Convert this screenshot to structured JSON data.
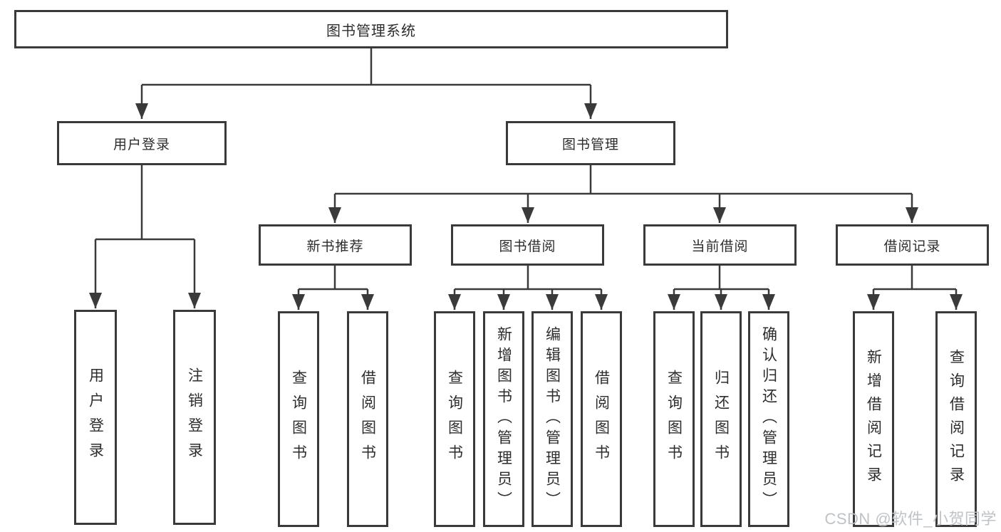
{
  "colors": {
    "line": "#3a3a3a",
    "box_border": "#3a3a3a",
    "text": "#2d2d2d",
    "watermark": "#bfc3c6",
    "background": "#ffffff"
  },
  "tree": {
    "root": {
      "label": "图书管理系统"
    },
    "branches": [
      {
        "label": "用户登录",
        "children": [
          {
            "label": "用户登录"
          },
          {
            "label": "注销登录"
          }
        ]
      },
      {
        "label": "图书管理",
        "groups": [
          {
            "label": "新书推荐",
            "children": [
              {
                "label": "查询图书"
              },
              {
                "label": "借阅图书"
              }
            ]
          },
          {
            "label": "图书借阅",
            "children": [
              {
                "label": "查询图书"
              },
              {
                "label": "新增图书（管理员）"
              },
              {
                "label": "编辑图书（管理员）"
              },
              {
                "label": "借阅图书"
              }
            ]
          },
          {
            "label": "当前借阅",
            "children": [
              {
                "label": "查询图书"
              },
              {
                "label": "归还图书"
              },
              {
                "label": "确认归还（管理员）"
              }
            ]
          },
          {
            "label": "借阅记录",
            "children": [
              {
                "label": "新增借阅记录"
              },
              {
                "label": "查询借阅记录"
              }
            ]
          }
        ]
      }
    ]
  },
  "watermark": {
    "text": "CSDN @软件_小贺同学"
  }
}
